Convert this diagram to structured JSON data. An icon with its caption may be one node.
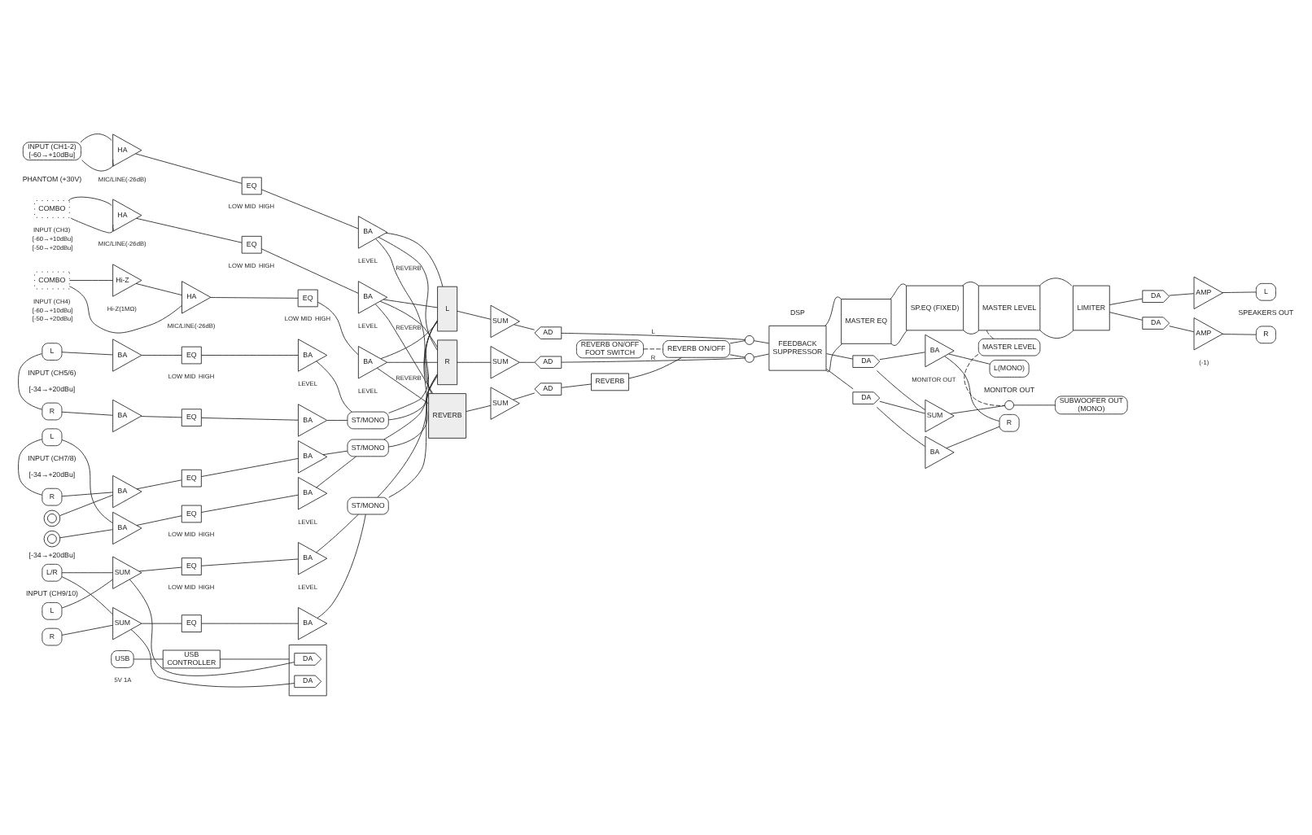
{
  "diagram": {
    "nodes": [
      {
        "text": [
          "INPUT (CH1-2)",
          "[-60→+10dBu]"
        ]
      },
      {
        "text": [
          "HA"
        ],
        "beside": [
          "MIC/LINE(-26dB)"
        ]
      },
      {
        "text": [
          "EQ"
        ],
        "beside": [
          "LOW",
          "MID",
          "HIGH"
        ]
      },
      {
        "text": [
          "BA"
        ],
        "beside": [
          "LEVEL"
        ]
      },
      {
        "text": [
          "COMBO"
        ],
        "beside": [
          "INPUT (CH3)",
          "[-60→+10dBu]",
          "[-50→+20dBu]"
        ]
      },
      {
        "text": [
          "HA"
        ],
        "beside": [
          "MIC/LINE(-26dB)"
        ]
      },
      {
        "text": [
          "EQ"
        ],
        "beside": [
          "LOW",
          "MID",
          "HIGH"
        ]
      },
      {
        "text": [
          "BA"
        ],
        "beside": [
          "LEVEL"
        ]
      },
      {
        "text": [
          "COMBO"
        ],
        "beside": [
          "INPUT (CH4)",
          "[-60→+10dBu]",
          "[-50→+20dBu]"
        ]
      },
      {
        "text": [
          "Hi-Z"
        ],
        "beside": [
          "Hi-Z(1MΩ)"
        ]
      },
      {
        "text": [
          "HA"
        ],
        "beside": [
          "MIC/LINE(-26dB)"
        ]
      },
      {
        "text": [
          "EQ"
        ],
        "beside": [
          "LOW",
          "MID",
          "HIGH"
        ]
      },
      {
        "text": [
          "BA"
        ],
        "beside": [
          "LEVEL"
        ]
      },
      {
        "text": [
          "L"
        ]
      },
      {
        "text": [
          "BA"
        ]
      },
      {
        "text": [
          "EQ"
        ],
        "beside": [
          "LOW",
          "MID",
          "HIGH"
        ]
      },
      {
        "text": [
          "BA"
        ],
        "beside": [
          "LEVEL"
        ]
      },
      {
        "text": [
          "ST/MONO"
        ]
      },
      {
        "text": [
          "R"
        ]
      },
      {
        "text": [
          "BA"
        ]
      },
      {
        "text": [
          "EQ"
        ]
      },
      {
        "text": [
          "BA"
        ]
      },
      {
        "text": [
          "L"
        ]
      },
      {
        "text": [],
        "shape": "circle"
      },
      {
        "text": [
          "BA"
        ]
      },
      {
        "text": [
          "EQ"
        ],
        "beside": [
          "LOW",
          "MID",
          "HIGH"
        ]
      },
      {
        "text": [
          "BA"
        ],
        "beside": [
          "LEVEL"
        ]
      },
      {
        "text": [
          "ST/MONO"
        ]
      },
      {
        "text": [
          "R"
        ]
      },
      {
        "text": [],
        "shape": "circle"
      },
      {
        "text": [
          "BA"
        ]
      },
      {
        "text": [
          "EQ"
        ]
      },
      {
        "text": [
          "BA"
        ]
      },
      {
        "text": [
          "L/R"
        ]
      },
      {
        "text": [
          "SUM"
        ]
      },
      {
        "text": [
          "EQ"
        ],
        "beside": [
          "LOW",
          "MID",
          "HIGH"
        ]
      },
      {
        "text": [
          "BA"
        ],
        "beside": [
          "LEVEL"
        ]
      },
      {
        "text": [
          "ST/MONO"
        ]
      },
      {
        "text": [
          "L"
        ]
      },
      {
        "text": [
          "R"
        ]
      },
      {
        "text": [
          "SUM"
        ]
      },
      {
        "text": [
          "EQ"
        ]
      },
      {
        "text": [
          "BA"
        ]
      },
      {
        "text": [
          "USB"
        ],
        "beside": [
          "5V 1A"
        ]
      },
      {
        "text": [
          "USB CONTROLLER"
        ]
      },
      {
        "text": [],
        "shape": "box"
      },
      {
        "text": [
          "DA"
        ],
        "in": 45
      },
      {
        "text": [
          "DA"
        ],
        "in": 45
      },
      {
        "text": [
          "L"
        ]
      },
      {
        "text": [
          "R"
        ]
      },
      {
        "text": [
          "REVERB"
        ]
      },
      {
        "text": [
          "SUM"
        ]
      },
      {
        "text": [
          "AD"
        ]
      },
      {
        "text": [
          "SUM"
        ]
      },
      {
        "text": [
          "AD"
        ]
      },
      {
        "text": [
          "SUM"
        ]
      },
      {
        "text": [
          "AD"
        ]
      },
      {
        "text": [
          "REVERB"
        ]
      },
      {
        "text": [
          "REVERB ON/OFF"
        ]
      },
      {
        "text": [],
        "shape": "circle"
      },
      {
        "text": [],
        "shape": "circle"
      },
      {
        "text": [
          "FEEDBACK SUPPRESSOR"
        ]
      },
      {
        "text": [
          "MASTER EQ"
        ]
      },
      {
        "text": [
          "SP.EQ (FIXED)"
        ]
      },
      {
        "text": [
          "MASTER LEVEL"
        ]
      },
      {
        "text": [
          "LIMITER"
        ]
      },
      {
        "text": [
          "DA"
        ]
      },
      {
        "text": [
          "AMP"
        ]
      },
      {
        "text": [
          "DA"
        ]
      },
      {
        "text": [
          "AMP"
        ],
        "beside": [
          "(-1)"
        ]
      },
      {
        "text": [
          "L"
        ]
      },
      {
        "text": [
          "R"
        ]
      },
      {
        "text": [
          "MASTER LEVEL"
        ]
      },
      {
        "text": [
          "DA"
        ]
      },
      {
        "text": [
          "DA"
        ]
      },
      {
        "text": [
          "SUM"
        ]
      },
      {
        "text": [],
        "shape": "circle"
      },
      {
        "text": [
          "SUBWOOFER OUT (MONO)"
        ]
      },
      {
        "text": [
          "BA"
        ],
        "beside": [
          "MONITOR OUT"
        ]
      },
      {
        "text": [
          "BA"
        ]
      },
      {
        "text": [
          "L(MONO)"
        ]
      },
      {
        "text": [
          "R"
        ]
      },
      {
        "text": [
          "REVERB ON/OFF FOOT SWITCH"
        ]
      }
    ],
    "edges": [
      {
        "from": 0,
        "to": 1,
        "arrow": "none"
      },
      {
        "from": 0,
        "to": 1,
        "arrow": "none"
      },
      {
        "from": 1,
        "to": 2,
        "arrow": "none"
      },
      {
        "from": 2,
        "to": 3,
        "arrow": "none"
      },
      {
        "from": 3,
        "to": 48,
        "arrow": "none"
      },
      {
        "from": 3,
        "to": 49,
        "arrow": "none"
      },
      {
        "from": 3,
        "to": 50,
        "arrow": "none",
        "label": "REVERB"
      },
      {
        "from": 4,
        "to": 5,
        "arrow": "none"
      },
      {
        "from": 4,
        "to": 5,
        "arrow": "none"
      },
      {
        "from": 5,
        "to": 6,
        "arrow": "none"
      },
      {
        "from": 6,
        "to": 7,
        "arrow": "none"
      },
      {
        "from": 7,
        "to": 48,
        "arrow": "none"
      },
      {
        "from": 7,
        "to": 49,
        "arrow": "none"
      },
      {
        "from": 7,
        "to": 50,
        "arrow": "none",
        "label": "REVERB"
      },
      {
        "from": 8,
        "to": 10,
        "arrow": "none"
      },
      {
        "from": 8,
        "to": 9,
        "arrow": "none"
      },
      {
        "from": 9,
        "to": 10,
        "arrow": "none"
      },
      {
        "from": 10,
        "to": 11,
        "arrow": "none"
      },
      {
        "from": 11,
        "to": 12,
        "arrow": "none"
      },
      {
        "from": 12,
        "to": 48,
        "arrow": "none"
      },
      {
        "from": 12,
        "to": 49,
        "arrow": "none"
      },
      {
        "from": 12,
        "to": 50,
        "arrow": "none",
        "label": "REVERB"
      },
      {
        "from": 13,
        "to": 14,
        "arrow": "none"
      },
      {
        "from": 13,
        "to": 18,
        "arrow": "none"
      },
      {
        "from": 14,
        "to": 15,
        "arrow": "none"
      },
      {
        "from": 15,
        "to": 16,
        "arrow": "none"
      },
      {
        "from": 16,
        "to": 17,
        "arrow": "none"
      },
      {
        "from": 18,
        "to": 19,
        "arrow": "none"
      },
      {
        "from": 19,
        "to": 20,
        "arrow": "none"
      },
      {
        "from": 20,
        "to": 21,
        "arrow": "none"
      },
      {
        "from": 21,
        "to": 17,
        "arrow": "none"
      },
      {
        "from": 17,
        "to": 48,
        "arrow": "none"
      },
      {
        "from": 17,
        "to": 49,
        "arrow": "none"
      },
      {
        "from": 22,
        "to": 24,
        "arrow": "none"
      },
      {
        "from": 23,
        "to": 24,
        "arrow": "none"
      },
      {
        "from": 22,
        "to": 28,
        "arrow": "none"
      },
      {
        "from": 24,
        "to": 25,
        "arrow": "none"
      },
      {
        "from": 25,
        "to": 26,
        "arrow": "none"
      },
      {
        "from": 26,
        "to": 27,
        "arrow": "none"
      },
      {
        "from": 28,
        "to": 30,
        "arrow": "none"
      },
      {
        "from": 29,
        "to": 30,
        "arrow": "none"
      },
      {
        "from": 30,
        "to": 31,
        "arrow": "none"
      },
      {
        "from": 31,
        "to": 32,
        "arrow": "none"
      },
      {
        "from": 32,
        "to": 27,
        "arrow": "none"
      },
      {
        "from": 27,
        "to": 48,
        "arrow": "none"
      },
      {
        "from": 27,
        "to": 49,
        "arrow": "none"
      },
      {
        "from": 33,
        "to": 34,
        "arrow": "none"
      },
      {
        "from": 33,
        "to": 40,
        "arrow": "none"
      },
      {
        "from": 38,
        "to": 34,
        "arrow": "none"
      },
      {
        "from": 39,
        "to": 40,
        "arrow": "none"
      },
      {
        "from": 34,
        "to": 35,
        "arrow": "none"
      },
      {
        "from": 35,
        "to": 36,
        "arrow": "none"
      },
      {
        "from": 36,
        "to": 37,
        "arrow": "none"
      },
      {
        "from": 40,
        "to": 41,
        "arrow": "none"
      },
      {
        "from": 41,
        "to": 42,
        "arrow": "none"
      },
      {
        "from": 42,
        "to": 37,
        "arrow": "none"
      },
      {
        "from": 37,
        "to": 48,
        "arrow": "none"
      },
      {
        "from": 37,
        "to": 49,
        "arrow": "none"
      },
      {
        "from": 43,
        "to": 44,
        "arrow": "none"
      },
      {
        "from": 44,
        "to": 45,
        "arrow": "none"
      },
      {
        "from": 46,
        "to": 34,
        "arrow": "none"
      },
      {
        "from": 47,
        "to": 40,
        "arrow": "none"
      },
      {
        "from": 48,
        "to": 51,
        "arrow": "none"
      },
      {
        "from": 49,
        "to": 53,
        "arrow": "none"
      },
      {
        "from": 50,
        "to": 55,
        "arrow": "none"
      },
      {
        "from": 51,
        "to": 52,
        "arrow": "none"
      },
      {
        "from": 53,
        "to": 54,
        "arrow": "none"
      },
      {
        "from": 55,
        "to": 56,
        "arrow": "none"
      },
      {
        "from": 56,
        "to": 57,
        "arrow": "none"
      },
      {
        "from": 57,
        "to": 58,
        "arrow": "none"
      },
      {
        "from": 82,
        "to": 58,
        "arrow": "none",
        "style": "dashed"
      },
      {
        "from": 52,
        "to": 59,
        "arrow": "none",
        "label": "L"
      },
      {
        "from": 54,
        "to": 60,
        "arrow": "none",
        "label": "R"
      },
      {
        "from": 58,
        "to": 59,
        "arrow": "none"
      },
      {
        "from": 58,
        "to": 60,
        "arrow": "none"
      },
      {
        "from": 59,
        "to": 61,
        "arrow": "none"
      },
      {
        "from": 60,
        "to": 61,
        "arrow": "none"
      },
      {
        "from": 61,
        "to": 62,
        "arrow": "none"
      },
      {
        "from": 61,
        "to": 62,
        "arrow": "none"
      },
      {
        "from": 62,
        "to": 63,
        "arrow": "none"
      },
      {
        "from": 62,
        "to": 63,
        "arrow": "none"
      },
      {
        "from": 63,
        "to": 64,
        "arrow": "none"
      },
      {
        "from": 63,
        "to": 64,
        "arrow": "none"
      },
      {
        "from": 64,
        "to": 65,
        "arrow": "none"
      },
      {
        "from": 64,
        "to": 65,
        "arrow": "none"
      },
      {
        "from": 65,
        "to": 66,
        "arrow": "none"
      },
      {
        "from": 65,
        "to": 68,
        "arrow": "none"
      },
      {
        "from": 66,
        "to": 67,
        "arrow": "none"
      },
      {
        "from": 68,
        "to": 69,
        "arrow": "none"
      },
      {
        "from": 67,
        "to": 70,
        "arrow": "none"
      },
      {
        "from": 69,
        "to": 71,
        "arrow": "none"
      },
      {
        "from": 64,
        "to": 72,
        "arrow": "none",
        "style": "dashed"
      },
      {
        "from": 61,
        "to": 73,
        "arrow": "none"
      },
      {
        "from": 61,
        "to": 74,
        "arrow": "none"
      },
      {
        "from": 73,
        "to": 75,
        "arrow": "none"
      },
      {
        "from": 74,
        "to": 75,
        "arrow": "none"
      },
      {
        "from": 75,
        "to": 76,
        "arrow": "none"
      },
      {
        "from": 72,
        "to": 76,
        "arrow": "none",
        "style": "dashed"
      },
      {
        "from": 76,
        "to": 77,
        "arrow": "none"
      },
      {
        "from": 73,
        "to": 78,
        "arrow": "none"
      },
      {
        "from": 74,
        "to": 79,
        "arrow": "none"
      },
      {
        "from": 78,
        "to": 80,
        "arrow": "none"
      },
      {
        "from": 79,
        "to": 81,
        "arrow": "none"
      },
      {
        "from": 78,
        "to": 81,
        "arrow": "none"
      }
    ],
    "labels": [
      "DSP",
      "PHANTOM (+30V)",
      "SPEAKERS OUT",
      "INPUT (CH5/6)",
      "[-34→+20dBu]",
      "MONITOR OUT",
      "INPUT (CH7/8)",
      "[-34→+20dBu]",
      "INPUT (CH9/10)",
      "[-34→+20dBu]"
    ]
  }
}
